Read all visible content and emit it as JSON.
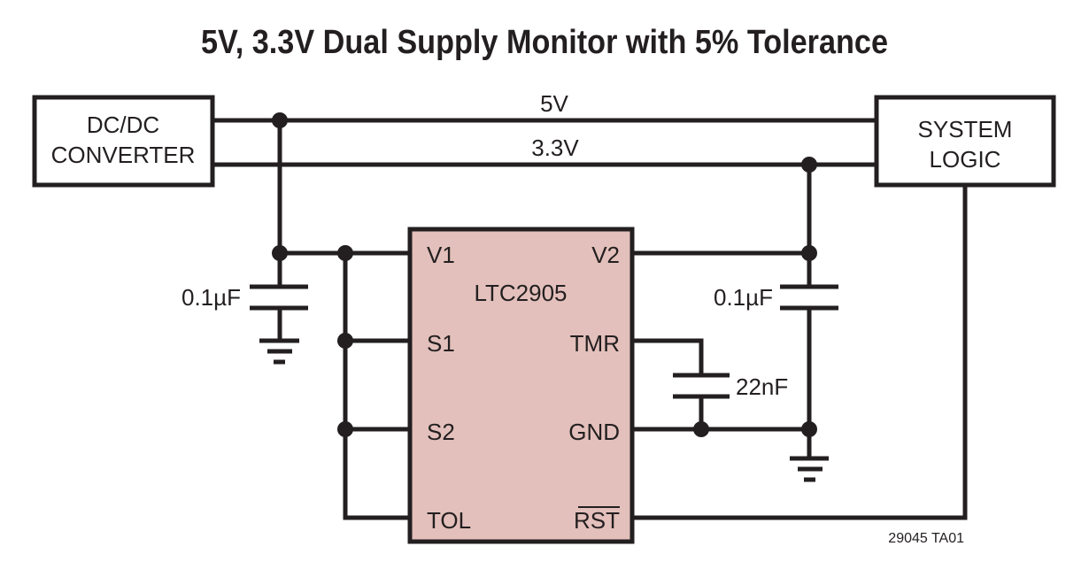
{
  "title": "5V, 3.3V Dual Supply Monitor with 5% Tolerance",
  "blocks": {
    "dcdc": {
      "line1": "DC/DC",
      "line2": "CONVERTER"
    },
    "system": {
      "line1": "SYSTEM",
      "line2": "LOGIC"
    }
  },
  "rails": {
    "rail_5v": "5V",
    "rail_3v3": "3.3V"
  },
  "ic": {
    "part": "LTC2905",
    "fill_color": "#e3c0bb",
    "pins_left": [
      "V1",
      "S1",
      "S2",
      "TOL"
    ],
    "pins_right": [
      "V2",
      "TMR",
      "GND",
      "RST"
    ]
  },
  "components": {
    "c1": "0.1µF",
    "c2": "0.1µF",
    "c_tmr": "22nF"
  },
  "figure_id": "29045 TA01"
}
